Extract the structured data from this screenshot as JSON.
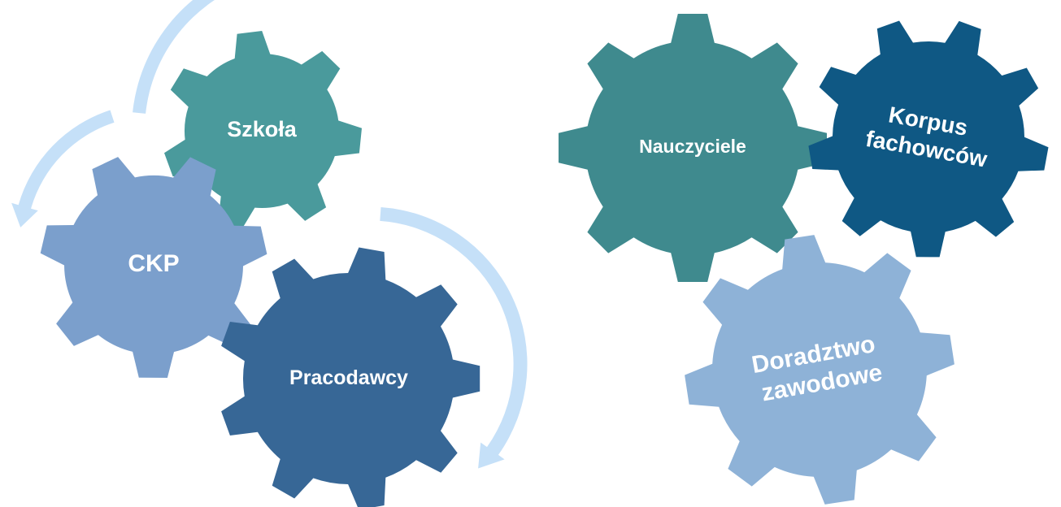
{
  "diagram": {
    "gears": [
      {
        "id": "szkola",
        "label_lines": [
          "Szkoła"
        ],
        "color": "#4A9A9C"
      },
      {
        "id": "ckp",
        "label_lines": [
          "CKP"
        ],
        "color": "#7B9FCC"
      },
      {
        "id": "pracodawcy",
        "label_lines": [
          "Pracodawcy"
        ],
        "color": "#376796"
      },
      {
        "id": "nauczyciele",
        "label_lines": [
          "Nauczyciele"
        ],
        "color": "#3F8A8E"
      },
      {
        "id": "korpus",
        "label_lines": [
          "Korpus",
          "fachowców"
        ],
        "color": "#0F5884"
      },
      {
        "id": "doradztwo",
        "label_lines": [
          "Doradztwo",
          "zawodowe"
        ],
        "color": "#8EB2D7"
      }
    ],
    "arrow_color": "#C5E0F8"
  }
}
